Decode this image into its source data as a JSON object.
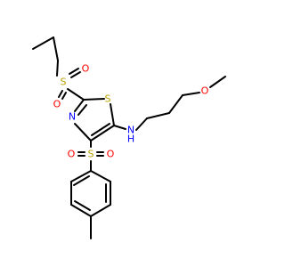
{
  "molecule": {
    "atoms": {
      "S_sulfonyl1": "S",
      "O_sulfonyl1_top": "O",
      "O_sulfonyl1_bottom": "O",
      "S_thiazole": "S",
      "N_thiazole": "N",
      "NH_amine": "N",
      "H_amine": "H",
      "S_sulfonyl2": "S",
      "O_sulfonyl2_left": "O",
      "O_sulfonyl2_right": "O",
      "O_ether": "O"
    },
    "colors": {
      "sulfur": "#b8a000",
      "oxygen": "#ff0000",
      "nitrogen": "#0000ff",
      "bond": "#000000"
    }
  }
}
